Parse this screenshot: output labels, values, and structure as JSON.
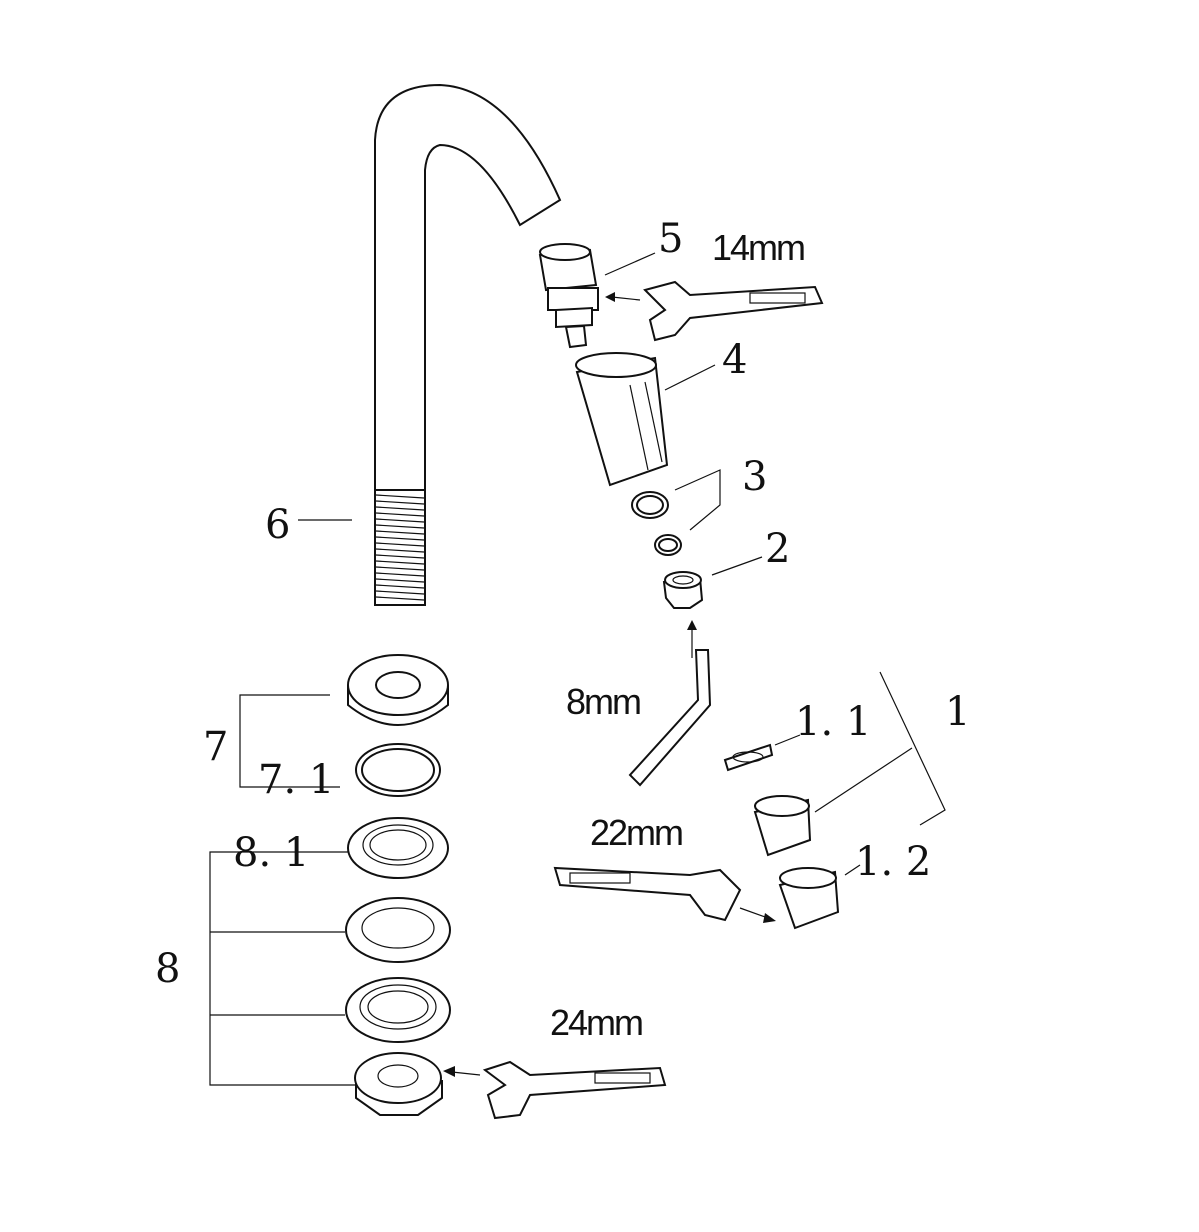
{
  "diagram": {
    "parts": {
      "p1": "1",
      "p1_1": "1. 1",
      "p1_2": "1. 2",
      "p2": "2",
      "p3": "3",
      "p4": "4",
      "p5": "5",
      "p6": "6",
      "p7": "7",
      "p7_1": "7. 1",
      "p8": "8",
      "p8_1": "8. 1"
    },
    "tools": {
      "wrench_cartridge": "14mm",
      "allen_key": "8mm",
      "wrench_aerator": "22mm",
      "wrench_nut": "24mm"
    },
    "colors": {
      "line": "#111111",
      "background": "#ffffff"
    }
  }
}
